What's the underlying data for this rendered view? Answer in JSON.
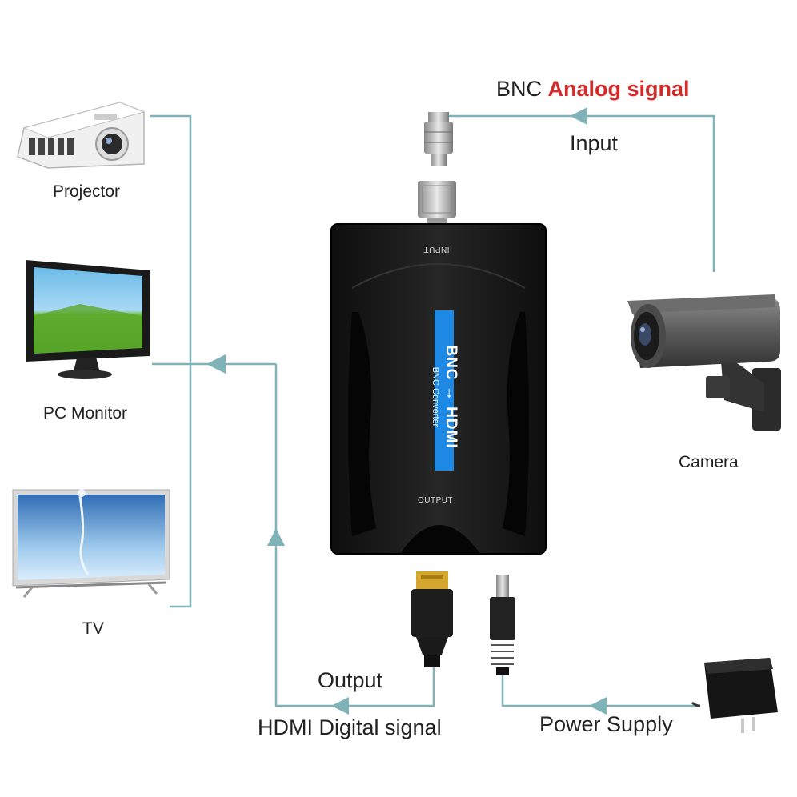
{
  "devices": {
    "projector": "Projector",
    "pc_monitor": "PC Monitor",
    "tv": "TV",
    "camera": "Camera"
  },
  "input": {
    "signal_prefix": "BNC",
    "signal_type": "Analog signal",
    "label": "Input"
  },
  "output": {
    "label": "Output",
    "signal": "HDMI Digital signal"
  },
  "power": {
    "label": "Power Supply"
  },
  "converter": {
    "port_input": "INPUT",
    "port_output": "OUTPUT",
    "name": "BNC → HDMI",
    "subtitle": "BNC Converter"
  },
  "colors": {
    "line": "#7fb3b8",
    "accent": "#d22b2b",
    "device_body": "#1c1c1c",
    "stripe": "#1e88e5"
  }
}
